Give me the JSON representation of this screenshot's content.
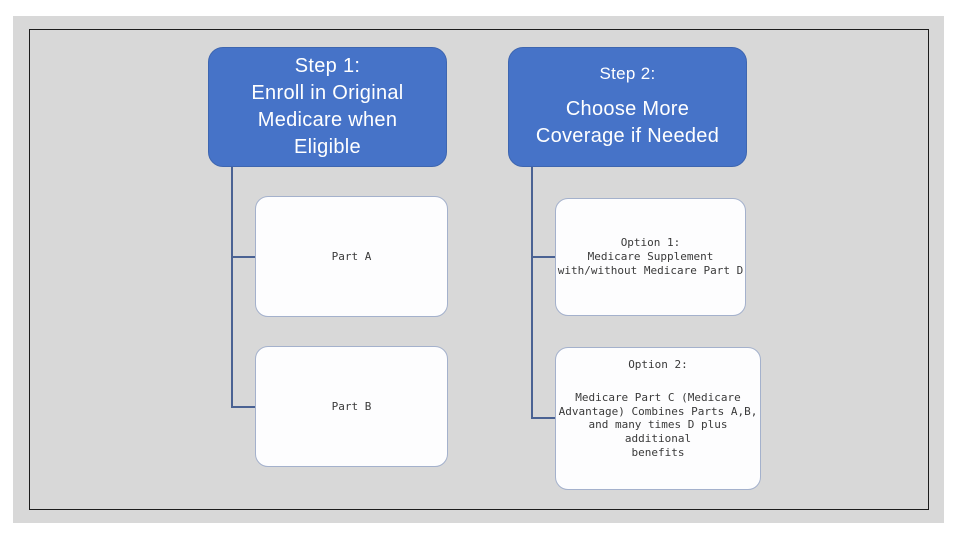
{
  "slide": {
    "page_background": "#ffffff",
    "slide_background": "#d8d8d8",
    "frame_border_color": "#1c1c1c"
  },
  "colors": {
    "header_fill": "#4673c8",
    "header_border": "#3e66b0",
    "header_text": "#ffffff",
    "card_fill": "#fdfdfe",
    "card_border": "#a4b1cc",
    "card_text": "#3a3a3a",
    "connector": "#4a6293"
  },
  "boxes": {
    "step1": {
      "line1": "Step 1:",
      "line2": "Enroll in Original",
      "line3": "Medicare when",
      "line4": "Eligible"
    },
    "step2": {
      "heading": "Step 2:",
      "line1": "Choose More",
      "line2": "Coverage if Needed"
    },
    "part_a": {
      "label": "Part A"
    },
    "part_b": {
      "label": "Part B"
    },
    "option1": {
      "line1": "Option 1:",
      "line2": "Medicare Supplement",
      "line3": "with/without Medicare Part D"
    },
    "option2": {
      "heading": "Option 2:",
      "line1": "Medicare Part C (Medicare",
      "line2": "Advantage) Combines Parts A,B,",
      "line3": "and many times D plus additional",
      "line4": "benefits"
    }
  }
}
